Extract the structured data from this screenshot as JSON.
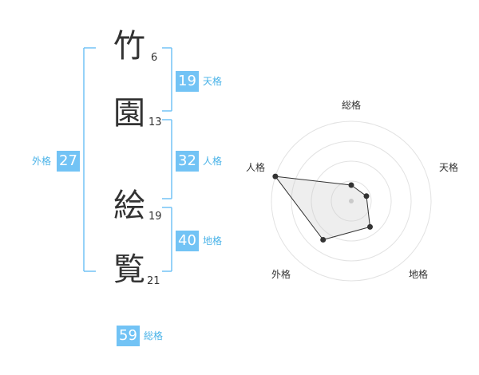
{
  "name": {
    "chars": [
      {
        "char": "竹",
        "strokes": "6"
      },
      {
        "char": "園",
        "strokes": "13"
      },
      {
        "char": "絵",
        "strokes": "19"
      },
      {
        "char": "覧",
        "strokes": "21"
      }
    ]
  },
  "fortune": {
    "tenkaku": {
      "value": "19",
      "label": "天格"
    },
    "jinkaku": {
      "value": "32",
      "label": "人格"
    },
    "chikaku": {
      "value": "40",
      "label": "地格"
    },
    "gaikaku": {
      "value": "27",
      "label": "外格"
    },
    "soukaku": {
      "value": "59",
      "label": "総格"
    }
  },
  "colors": {
    "accent": "#72c3f5",
    "label": "#4ab3e8",
    "text": "#333333"
  },
  "chart_data": {
    "type": "radar",
    "axes": [
      "総格",
      "天格",
      "地格",
      "外格",
      "人格"
    ],
    "values": [
      1,
      1,
      2,
      3,
      5
    ],
    "range": [
      0,
      5
    ],
    "rings": 4
  }
}
